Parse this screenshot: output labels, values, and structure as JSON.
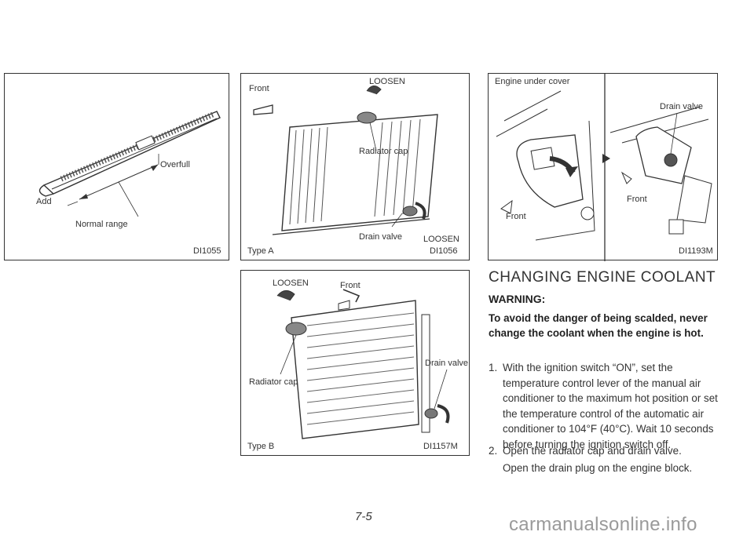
{
  "figure1": {
    "labels": {
      "overfull": "Overfull",
      "add": "Add",
      "normal_range": "Normal range"
    },
    "code": "DI1055"
  },
  "figure2": {
    "labels": {
      "front": "Front",
      "loosen_top": "LOOSEN",
      "radiator_cap": "Radiator cap",
      "drain_valve": "Drain valve",
      "loosen_bottom": "LOOSEN",
      "type": "Type A"
    },
    "code": "DI1056"
  },
  "figure3": {
    "labels": {
      "engine_under_cover": "Engine under cover",
      "drain_valve": "Drain valve",
      "front_left": "Front",
      "front_right": "Front"
    },
    "code": "DI1193M"
  },
  "figure4": {
    "labels": {
      "loosen": "LOOSEN",
      "front": "Front",
      "drain_valve": "Drain valve",
      "radiator_cap": "Radiator cap",
      "type": "Type B"
    },
    "code": "DI1157M"
  },
  "section": {
    "heading": "CHANGING ENGINE COOLANT",
    "warning_label": "WARNING:",
    "warning_text": "To avoid the danger of being scalded, never change the coolant when the engine is hot.",
    "steps": [
      {
        "num": "1.",
        "text": "With the ignition switch “ON”, set the temperature control lever of the manual air conditioner to the maximum hot position or set the temperature control of the automatic air conditioner to 104°F (40°C). Wait 10 seconds before turning the ignition switch off."
      },
      {
        "num": "2.",
        "text": "Open the radiator cap and drain valve."
      }
    ],
    "step2_extra": "Open the drain plug on the engine block."
  },
  "page_number": "7-5",
  "watermark": "carmanualsonline.info"
}
